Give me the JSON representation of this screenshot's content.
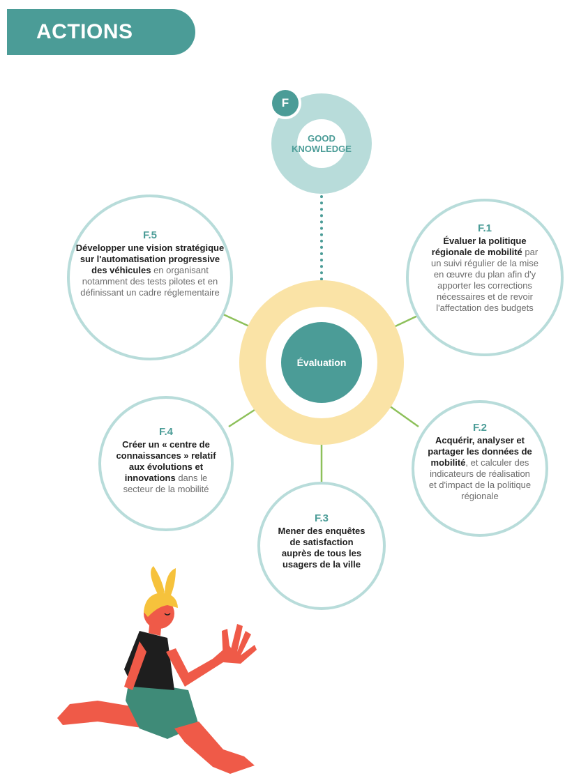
{
  "header": {
    "title": "ACTIONS"
  },
  "badge": {
    "letter": "F"
  },
  "good_knowledge": {
    "line1": "GOOD",
    "line2": "KNOWLEDGE"
  },
  "center": {
    "label": "Évaluation"
  },
  "nodes": {
    "f1": {
      "code": "F.1",
      "bold": "Évaluer la politique régionale de mobilité",
      "rest": "par un suivi régulier de la mise en œuvre du plan afin d'y apporter les corrections nécessaires et de revoir l'affectation des budgets"
    },
    "f2": {
      "code": "F.2",
      "bold": "Acquérir, analyser et partager les données de mobilité",
      "rest": ", et calculer des indicateurs de réalisation et d'impact de la politique régionale"
    },
    "f3": {
      "code": "F.3",
      "bold": "Mener des enquêtes de satisfaction auprès de tous les usagers de la ville",
      "rest": ""
    },
    "f4": {
      "code": "F.4",
      "bold": "Créer un « centre de connaissances » relatif aux évolutions et innovations",
      "rest": "dans le secteur de la mobilité"
    },
    "f5": {
      "code": "F.5",
      "bold": "Développer une vision stratégique sur l'automatisation progressive des véhicules",
      "rest": "en organisant notamment des tests pilotes et en définissant un cadre réglementaire"
    }
  },
  "colors": {
    "teal": "#4b9c97",
    "light_teal": "#b8dcda",
    "ring_yellow": "#fae3a6",
    "connector_green": "#8dc05a",
    "runner_red": "#ef5a48",
    "runner_hair": "#f6c23c",
    "runner_shorts": "#3f8b78"
  }
}
